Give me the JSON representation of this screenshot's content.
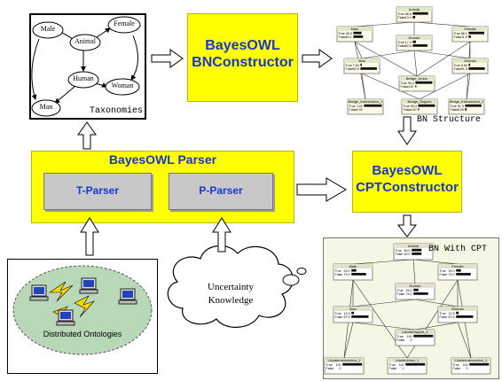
{
  "taxonomy": {
    "caption": "Taxonomies",
    "nodes": {
      "male": "Male",
      "animal": "Animal",
      "female": "Female",
      "human": "Human",
      "man": "Man",
      "woman": "Woman"
    }
  },
  "bn_constructor": {
    "line1": "BayesOWL",
    "line2": "BNConstructor"
  },
  "bn_structure": {
    "caption": "BN Structure",
    "nodes": [
      {
        "label": "Animal",
        "true": "86.6",
        "false": "13.4"
      },
      {
        "label": "Male",
        "true": "45.9",
        "false": "54.1"
      },
      {
        "label": "Human",
        "true": "17.4",
        "false": "82.6"
      },
      {
        "label": "Female",
        "true": "88.1",
        "false": "11.9"
      },
      {
        "label": "Man",
        "true": "7.54",
        "false": "92.5"
      },
      {
        "label": "Woman",
        "true": "8.50",
        "false": "91.5"
      },
      {
        "label": "Bridge_Union",
        "true": "95.4",
        "false": "4.67"
      },
      {
        "label": "Bridge_Intersection_1",
        "true": "100",
        "false": "0.00"
      },
      {
        "label": "Bridge_Disjoint",
        "true": "95.4",
        "false": "4.67"
      },
      {
        "label": "Bridge_Intersection_2",
        "true": "91.9",
        "false": "8.05"
      }
    ]
  },
  "parser": {
    "title": "BayesOWL Parser",
    "t_parser": "T-Parser",
    "p_parser": "P-Parser"
  },
  "cpt_constructor": {
    "line1": "BayesOWL",
    "line2": "CPTConstructor"
  },
  "bn_cpt": {
    "caption": "BN With CPT",
    "nodes": [
      {
        "label": "Animal",
        "true": "50.0",
        "false": "50.0"
      },
      {
        "label": "Male",
        "true": "25.0",
        "false": "75.0"
      },
      {
        "label": "Female",
        "true": "25.0",
        "false": "75.0"
      },
      {
        "label": "Human",
        "true": "25.0",
        "false": "75.0"
      },
      {
        "label": "Man",
        "true": "12.5",
        "false": "87.5"
      },
      {
        "label": "Woman",
        "true": "12.5",
        "false": "87.5"
      },
      {
        "label": "LNodeDisjoint_1",
        "true": "100",
        "false": "0"
      },
      {
        "label": "LNodeIntersection_2",
        "true": "100",
        "false": "0"
      },
      {
        "label": "LNodeUnion_1",
        "true": "100",
        "false": "0"
      },
      {
        "label": "LNodeIntersection_1",
        "true": "100",
        "false": "0"
      }
    ],
    "true_label": "True",
    "false_label": "False"
  },
  "ontologies": {
    "caption": "Distributed Ontologies"
  },
  "uncertainty": {
    "line1": "Uncertainty",
    "line2": "Knowledge"
  },
  "colors": {
    "yellow": "#ffff00",
    "title_blue": "#1a36d0",
    "gray": "#c8c8c8",
    "net_panel": "#f6f6e4"
  }
}
